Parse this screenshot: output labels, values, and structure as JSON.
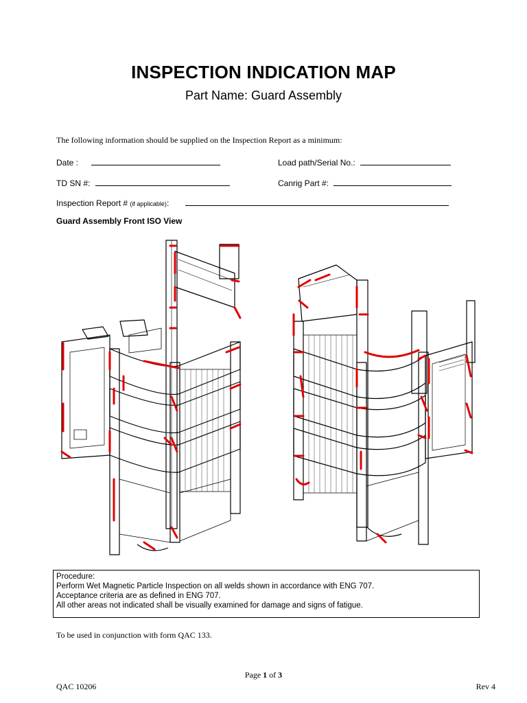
{
  "header": {
    "title": "INSPECTION INDICATION MAP",
    "part_name": "Part Name: Guard Assembly"
  },
  "intro": "The following information should be supplied on the Inspection Report as a minimum:",
  "fields": {
    "date_label": "Date :",
    "load_path_label": "Load path/Serial No.:",
    "td_sn_label": "TD SN #:",
    "canrig_label": "Canrig Part #:",
    "report_label": "Inspection Report #",
    "report_qualifier": "(if applicable)",
    "report_colon": ":"
  },
  "section": {
    "heading": "Guard Assembly Front ISO View"
  },
  "procedure": {
    "heading": "Procedure:",
    "lines": [
      "Perform Wet Magnetic Particle Inspection on all welds shown in accordance with ENG 707.",
      "Acceptance criteria are as defined in ENG 707.",
      "All other areas not indicated shall be visually examined for damage and signs of fatigue."
    ]
  },
  "note": "To be used in conjunction with form QAC 133.",
  "footer": {
    "page_prefix": "Page",
    "page_current": "1",
    "page_of": "of",
    "page_total": "3",
    "doc_number": "QAC 10206",
    "revision": "Rev 4"
  },
  "colors": {
    "weld_marking": "#e00000",
    "line_art": "#000000"
  }
}
